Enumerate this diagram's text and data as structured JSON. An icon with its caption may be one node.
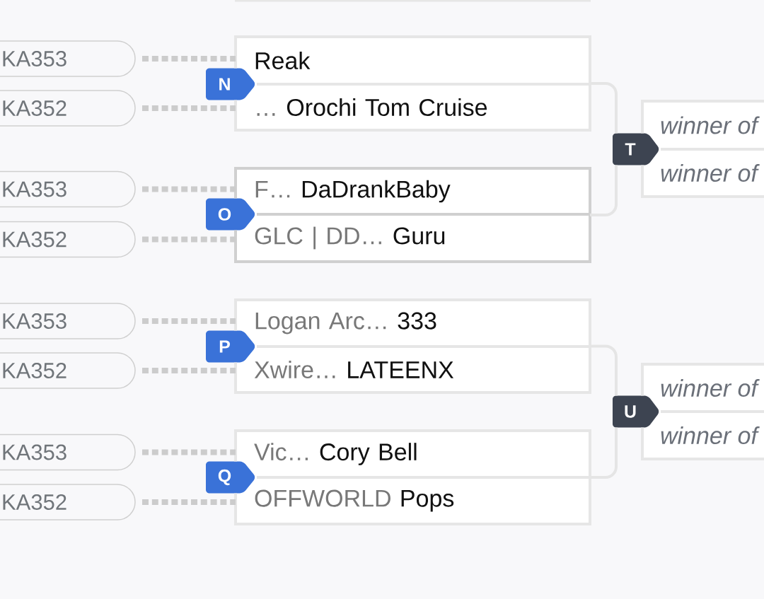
{
  "diagram": {
    "nodes": [
      {
        "text": [
          "KA353"
        ]
      },
      {
        "text": [
          "KA352"
        ]
      },
      {
        "text": [
          "N"
        ]
      },
      {
        "text": [
          "Reak"
        ],
        "in": 2
      },
      {
        "text": [
          "…",
          "Orochi Tom Cruise"
        ],
        "in": 2
      },
      {
        "text": [
          "T"
        ]
      },
      {
        "text": [
          "winner of"
        ],
        "in": 5
      },
      {
        "text": [
          "winner of"
        ],
        "in": 5
      },
      {
        "text": [
          "KA353"
        ]
      },
      {
        "text": [
          "KA352"
        ]
      },
      {
        "text": [
          "O"
        ]
      },
      {
        "text": [
          "F…",
          "DaDrankBaby"
        ],
        "in": 10
      },
      {
        "text": [
          "GLC | DD…",
          "Guru"
        ],
        "in": 10
      },
      {
        "text": [
          "KA353"
        ]
      },
      {
        "text": [
          "KA352"
        ]
      },
      {
        "text": [
          "P"
        ]
      },
      {
        "text": [
          "Logan Arc…",
          "333"
        ],
        "in": 15
      },
      {
        "text": [
          "Xwire…",
          "LATEENX"
        ],
        "in": 15
      },
      {
        "text": [
          "U"
        ]
      },
      {
        "text": [
          "winner of"
        ],
        "in": 18
      },
      {
        "text": [
          "winner of"
        ],
        "in": 18
      },
      {
        "text": [
          "KA353"
        ]
      },
      {
        "text": [
          "KA352"
        ]
      },
      {
        "text": [
          "Q"
        ]
      },
      {
        "text": [
          "Vic…",
          "Cory Bell"
        ],
        "in": 23
      },
      {
        "text": [
          "OFFWORLD",
          "Pops"
        ],
        "in": 23
      }
    ],
    "edges": [
      {
        "from": 0,
        "to": 3,
        "arrow": "none",
        "style": "dashed"
      },
      {
        "from": 1,
        "to": 4,
        "arrow": "none",
        "style": "dashed"
      },
      {
        "from": 2,
        "to": 5,
        "arrow": "none",
        "color": "#e5e5e5"
      },
      {
        "from": 8,
        "to": 11,
        "arrow": "none",
        "style": "dashed"
      },
      {
        "from": 9,
        "to": 12,
        "arrow": "none",
        "style": "dashed"
      },
      {
        "from": 10,
        "to": 5,
        "arrow": "none",
        "color": "#e5e5e5"
      },
      {
        "from": 13,
        "to": 16,
        "arrow": "none",
        "style": "dashed"
      },
      {
        "from": 14,
        "to": 17,
        "arrow": "none",
        "style": "dashed"
      },
      {
        "from": 15,
        "to": 18,
        "arrow": "none",
        "color": "#e5e5e5"
      },
      {
        "from": 21,
        "to": 24,
        "arrow": "none",
        "style": "dashed"
      },
      {
        "from": 22,
        "to": 25,
        "arrow": "none",
        "style": "dashed"
      },
      {
        "from": 23,
        "to": 18,
        "arrow": "none",
        "color": "#e5e5e5"
      }
    ]
  }
}
